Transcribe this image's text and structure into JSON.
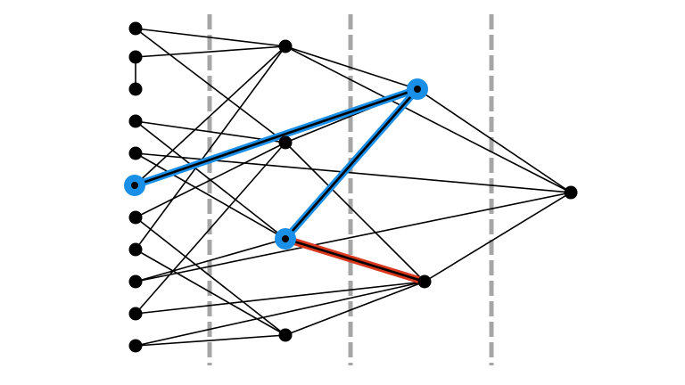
{
  "graph": {
    "colors": {
      "edge": "#000000",
      "node": "#000000",
      "highlight_blue": "#1a8fe8",
      "highlight_red": "#d9381e",
      "divider": "#a6a6a6"
    },
    "nodes": [
      {
        "id": "L0"
      },
      {
        "id": "L1"
      },
      {
        "id": "L2"
      },
      {
        "id": "L3"
      },
      {
        "id": "L4"
      },
      {
        "id": "L5",
        "highlight": true
      },
      {
        "id": "L6"
      },
      {
        "id": "L7"
      },
      {
        "id": "L8"
      },
      {
        "id": "L9"
      },
      {
        "id": "L10"
      },
      {
        "id": "M0"
      },
      {
        "id": "M1"
      },
      {
        "id": "M2",
        "highlight": true
      },
      {
        "id": "M3"
      },
      {
        "id": "R0",
        "highlight": true
      },
      {
        "id": "R1"
      },
      {
        "id": "T"
      }
    ],
    "edges": [
      [
        "L0",
        "M0"
      ],
      [
        "L0",
        "M1"
      ],
      [
        "L1",
        "M0"
      ],
      [
        "L1",
        "L2"
      ],
      [
        "L3",
        "M1"
      ],
      [
        "L3",
        "M2"
      ],
      [
        "L4",
        "M2"
      ],
      [
        "L4",
        "T"
      ],
      [
        "L5",
        "M0"
      ],
      [
        "L6",
        "M1"
      ],
      [
        "L6",
        "M3"
      ],
      [
        "L7",
        "M0"
      ],
      [
        "L7",
        "M3"
      ],
      [
        "L8",
        "M2"
      ],
      [
        "L8",
        "T"
      ],
      [
        "L9",
        "M1"
      ],
      [
        "L9",
        "R1"
      ],
      [
        "L10",
        "M3"
      ],
      [
        "L10",
        "R1"
      ],
      [
        "M0",
        "R0"
      ],
      [
        "M0",
        "T"
      ],
      [
        "M1",
        "R0"
      ],
      [
        "M1",
        "R1"
      ],
      [
        "M3",
        "R1"
      ],
      [
        "R0",
        "T"
      ],
      [
        "R1",
        "T"
      ]
    ],
    "highlighted_edges": [
      {
        "from": "L5",
        "to": "R0",
        "color": "blue"
      },
      {
        "from": "R0",
        "to": "M2",
        "color": "blue"
      },
      {
        "from": "M2",
        "to": "R1",
        "color": "red"
      }
    ]
  }
}
